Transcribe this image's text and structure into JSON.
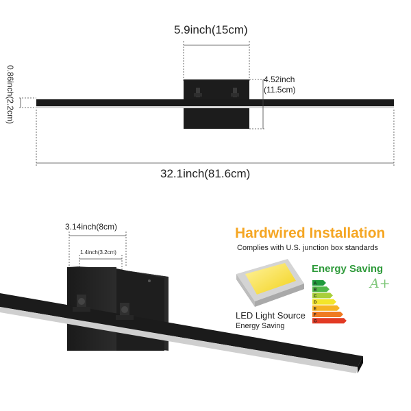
{
  "top_dims": {
    "mount_width": "5.9inch(15cm)",
    "mount_height_in": "4.52inch",
    "mount_height_cm": "(11.5cm)",
    "bar_height": "0.86inch(2.2cm)",
    "total_length": "32.1inch(81.6cm)"
  },
  "bottom_dims": {
    "plate_width": "3.14inch(8cm)",
    "hole_spacing": "1.4inch(3.2cm)"
  },
  "hardwired": {
    "title": "Hardwired Installation",
    "subtitle": "Complies with U.S. junction box standards",
    "title_color": "#f5a623"
  },
  "energy": {
    "title": "Energy Saving",
    "rating": "A+",
    "title_color": "#2e9a3a",
    "classes": [
      "A",
      "B",
      "C",
      "D",
      "E",
      "F",
      "G"
    ],
    "class_colors": [
      "#1f9a3c",
      "#52b848",
      "#a9cf3a",
      "#f3e52a",
      "#f6b323",
      "#ef7a22",
      "#e23a24"
    ]
  },
  "led": {
    "title": "LED Light Source",
    "subtitle": "Energy Saving"
  }
}
